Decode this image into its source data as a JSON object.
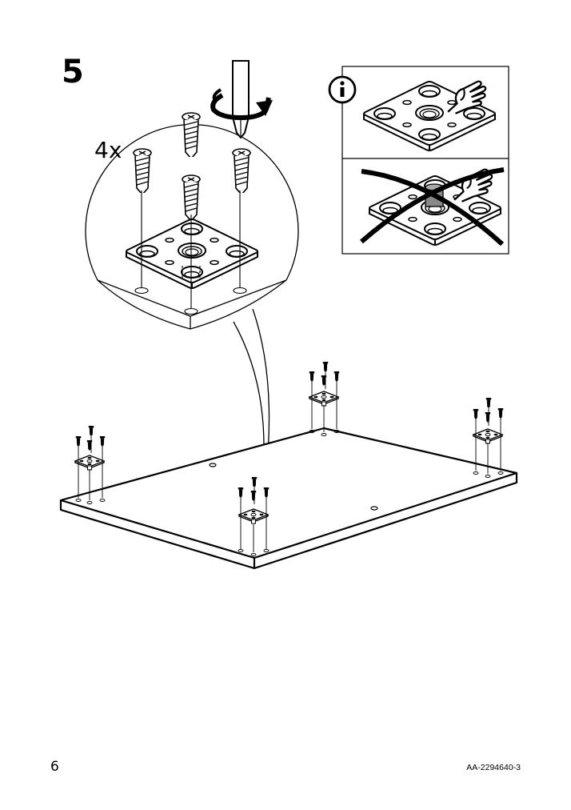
{
  "step": {
    "number": "5"
  },
  "detail": {
    "quantity_label": "4x"
  },
  "icons": {
    "screwdriver": "screwdriver-icon",
    "rotation": "clockwise-rotation-icon",
    "info": "info-icon",
    "correct_hand": "hand-icon",
    "incorrect_cross": "cross-out-icon"
  },
  "footer": {
    "page_number": "6",
    "document_code": "AA-2294640-3"
  }
}
